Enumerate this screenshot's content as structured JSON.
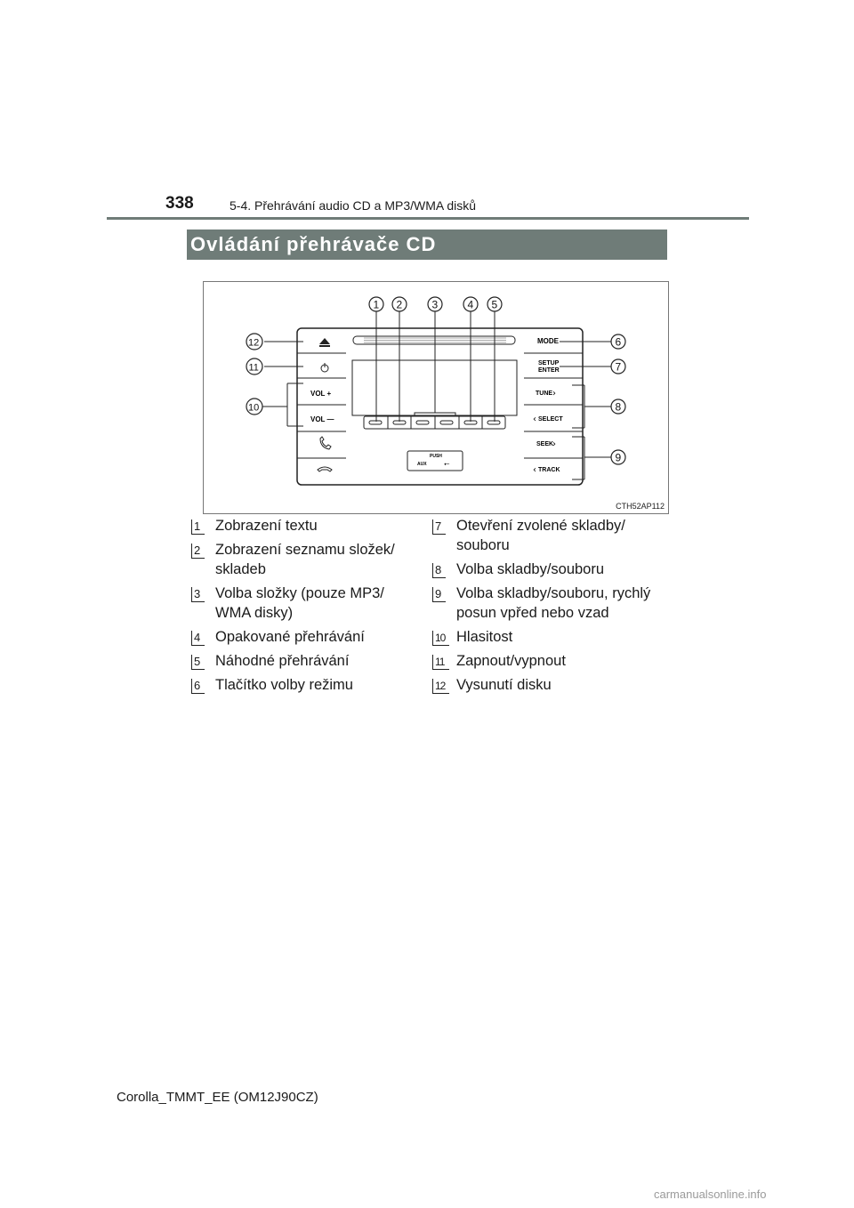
{
  "header": {
    "page_number": "338",
    "section": "5-4. Přehrávání audio CD a MP3/WMA disků"
  },
  "title": "Ovládání přehrávače CD",
  "figure": {
    "code": "CTH52AP112",
    "callouts": [
      "1",
      "2",
      "3",
      "4",
      "5",
      "6",
      "7",
      "8",
      "9",
      "10",
      "11",
      "12"
    ],
    "panel_labels": {
      "mode": "MODE",
      "setup": "SETUP",
      "enter": "ENTER",
      "tune": "TUNE",
      "select": "SELECT",
      "seek": "SEEK",
      "track": "TRACK",
      "vol_up": "VOL +",
      "vol_down": "VOL —",
      "push": "PUSH",
      "aux": "AUX"
    }
  },
  "legend_left": [
    {
      "num": "1",
      "text": "Zobrazení textu"
    },
    {
      "num": "2",
      "text": "Zobrazení seznamu složek/ skladeb"
    },
    {
      "num": "3",
      "text": "Volba složky (pouze MP3/ WMA disky)"
    },
    {
      "num": "4",
      "text": "Opakované přehrávání"
    },
    {
      "num": "5",
      "text": "Náhodné přehrávání"
    },
    {
      "num": "6",
      "text": "Tlačítko volby režimu"
    }
  ],
  "legend_right": [
    {
      "num": "7",
      "text": "Otevření zvolené skladby/ souboru"
    },
    {
      "num": "8",
      "text": "Volba skladby/souboru"
    },
    {
      "num": "9",
      "text": "Volba skladby/souboru, rychlý posun vpřed nebo vzad"
    },
    {
      "num": "10",
      "text": "Hlasitost"
    },
    {
      "num": "11",
      "text": "Zapnout/vypnout"
    },
    {
      "num": "12",
      "text": "Vysunutí disku"
    }
  ],
  "footer": "Corolla_TMMT_EE (OM12J90CZ)",
  "watermark": "carmanualsonline.info"
}
